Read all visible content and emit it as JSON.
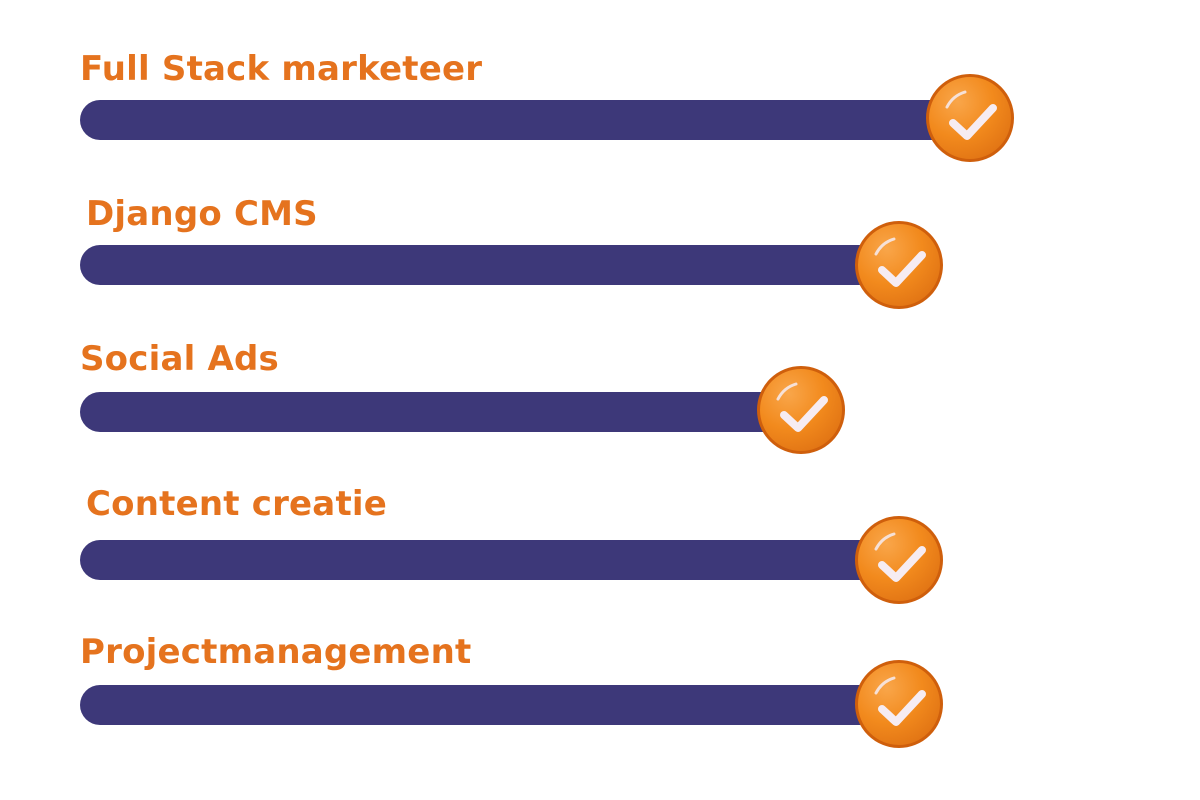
{
  "colors": {
    "label": "#e5731e",
    "bar": "#3d3879",
    "badge": "#f28a1d",
    "badge_dark": "#d8680f",
    "badge_light": "#f9a64a",
    "check": "#f6ecf2"
  },
  "icons": {
    "badge": "check-circle-icon"
  },
  "skills": [
    {
      "name": "Full Stack marketeer",
      "level": 100
    },
    {
      "name": "Django CMS",
      "level": 92
    },
    {
      "name": "Social Ads",
      "level": 81
    },
    {
      "name": "Content creatie",
      "level": 92
    },
    {
      "name": "Projectmanagement",
      "level": 92
    }
  ]
}
